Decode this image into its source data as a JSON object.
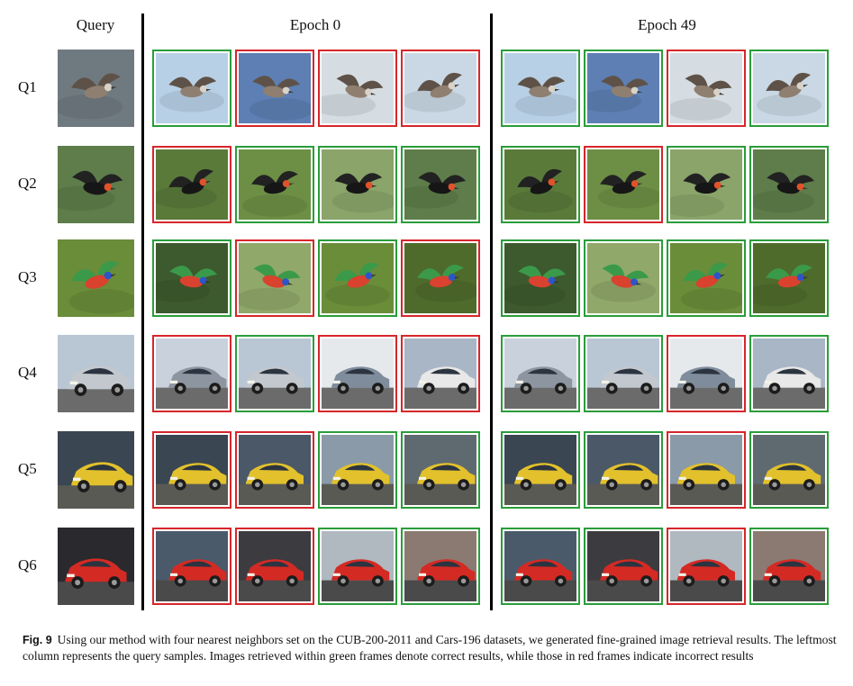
{
  "headers": {
    "query": "Query",
    "epoch0": "Epoch 0",
    "epoch49": "Epoch 49"
  },
  "rows": [
    {
      "label": "Q1",
      "epoch0": [
        "correct",
        "incorrect",
        "incorrect",
        "incorrect"
      ],
      "epoch49": [
        "correct",
        "correct",
        "incorrect",
        "correct"
      ]
    },
    {
      "label": "Q2",
      "epoch0": [
        "incorrect",
        "correct",
        "correct",
        "correct"
      ],
      "epoch49": [
        "correct",
        "incorrect",
        "correct",
        "correct"
      ]
    },
    {
      "label": "Q3",
      "epoch0": [
        "correct",
        "incorrect",
        "correct",
        "incorrect"
      ],
      "epoch49": [
        "correct",
        "correct",
        "correct",
        "correct"
      ]
    },
    {
      "label": "Q4",
      "epoch0": [
        "incorrect",
        "correct",
        "incorrect",
        "incorrect"
      ],
      "epoch49": [
        "correct",
        "correct",
        "incorrect",
        "correct"
      ]
    },
    {
      "label": "Q5",
      "epoch0": [
        "incorrect",
        "incorrect",
        "correct",
        "correct"
      ],
      "epoch49": [
        "correct",
        "correct",
        "incorrect",
        "correct"
      ]
    },
    {
      "label": "Q6",
      "epoch0": [
        "incorrect",
        "incorrect",
        "correct",
        "correct"
      ],
      "epoch49": [
        "correct",
        "correct",
        "incorrect",
        "correct"
      ]
    }
  ],
  "colors": {
    "correct": "#2a9d3a",
    "incorrect": "#d6262b"
  },
  "caption": {
    "label": "Fig. 9",
    "text": "Using our method with four nearest neighbors set on the CUB-200-2011 and Cars-196 datasets, we generated fine-grained image retrieval results. The leftmost column represents the query samples. Images retrieved within green frames denote correct results, while those in red frames indicate incorrect results"
  }
}
